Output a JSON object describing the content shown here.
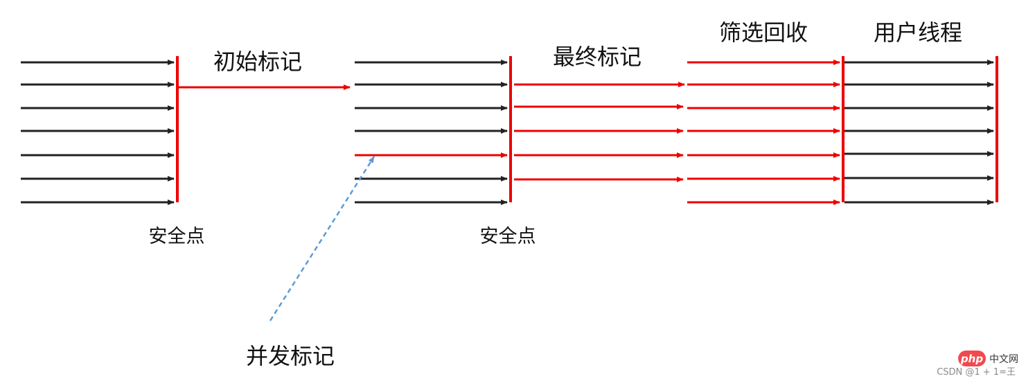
{
  "labels": {
    "initial_mark": "初始标记",
    "final_mark": "最终标记",
    "sweep": "筛选回收",
    "user_threads": "用户线程",
    "safepoint_1": "安全点",
    "safepoint_2": "安全点",
    "concurrent_mark": "并发标记"
  },
  "watermark": {
    "badge": "php",
    "site": "中文网",
    "credit": "CSDN @1 + 1=王"
  },
  "colors": {
    "user_thread": "#222222",
    "gc_thread": "#ee0000",
    "safepoint_bar": "#ee0000",
    "concurrent_pointer": "#5b9bd5"
  },
  "phases": [
    {
      "name": "user-threads-before-initial-mark",
      "thread_count": 7,
      "thread_type": "user"
    },
    {
      "name": "initial-mark",
      "thread_count": 1,
      "thread_type": "gc"
    },
    {
      "name": "concurrent-mark",
      "thread_count": 7,
      "thread_type": "mixed",
      "gc_thread_index": 4
    },
    {
      "name": "final-mark",
      "thread_count": 5,
      "thread_type": "gc"
    },
    {
      "name": "sweep",
      "thread_count": 7,
      "thread_type": "gc"
    },
    {
      "name": "user-threads-after-sweep",
      "thread_count": 7,
      "thread_type": "user"
    }
  ]
}
